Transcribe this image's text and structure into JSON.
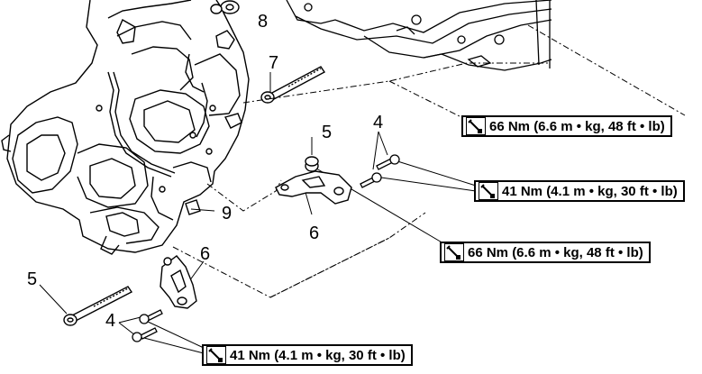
{
  "callouts": {
    "n8": "8",
    "n7": "7",
    "n5_top": "5",
    "n4_top": "4",
    "n6_mid": "6",
    "n9": "9",
    "n6_low": "6",
    "n5_left": "5",
    "n4_low": "4"
  },
  "torque_specs": {
    "t1": "66 Nm (6.6 m • kg, 48 ft • lb)",
    "t2": "41 Nm (4.1 m • kg, 30 ft • lb)",
    "t3": "66 Nm (6.6 m • kg, 48 ft • lb)",
    "t4": "41 Nm (4.1 m • kg, 30 ft • lb)"
  },
  "icons": {
    "torque": "torque-wrench-icon"
  }
}
